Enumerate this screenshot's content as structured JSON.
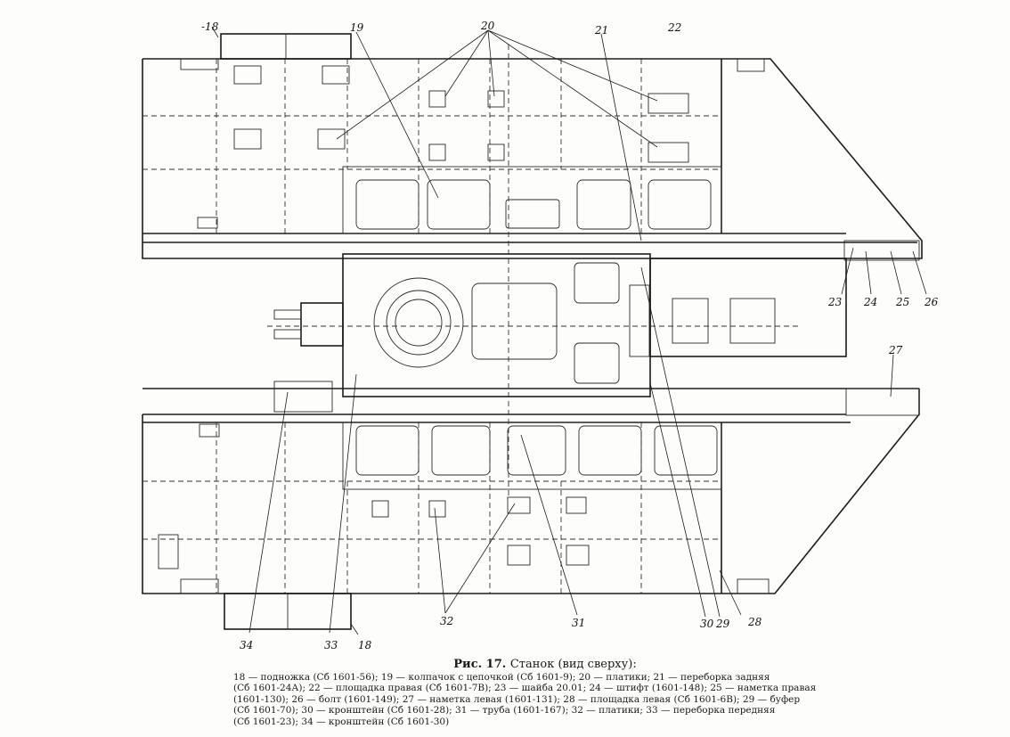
{
  "figure": {
    "title_prefix": "Рис. 17.",
    "title_text": "Станок (вид сверху):",
    "caption_lines": [
      "18 — подножка (Сб 1601-56); 19 — колпачок с цепочкой (Сб 1601-9); 20 — платики; 21 — переборка задняя",
      "(Сб 1601-24А); 22 — площадка правая (Сб 1601-7В); 23 — шайба 20.01; 24 — штифт (1601-148); 25 — наметка правая",
      "(1601-130); 26 — болт (1601-149); 27 — наметка левая (1601-131); 28 — площадка левая (Сб 1601-6В); 29 — буфер",
      "(Сб 1601-70); 30 — кронштейн (Сб 1601-28); 31 — труба (1601-167); 32 — платики; 33 — переборка передняя",
      "(Сб 1601-23); 34 — кронштейн (Сб 1601-30)"
    ]
  },
  "callouts": {
    "n18_top": "-18",
    "n19": "19",
    "n20": "20",
    "n21": "21",
    "n22": "22",
    "n23": "23",
    "n24": "24",
    "n25": "25",
    "n26": "26",
    "n27": "27",
    "n28": "28",
    "n29": "29",
    "n30": "30",
    "n31": "31",
    "n32": "32",
    "n33": "33",
    "n34": "34",
    "n18_bottom": "18"
  }
}
